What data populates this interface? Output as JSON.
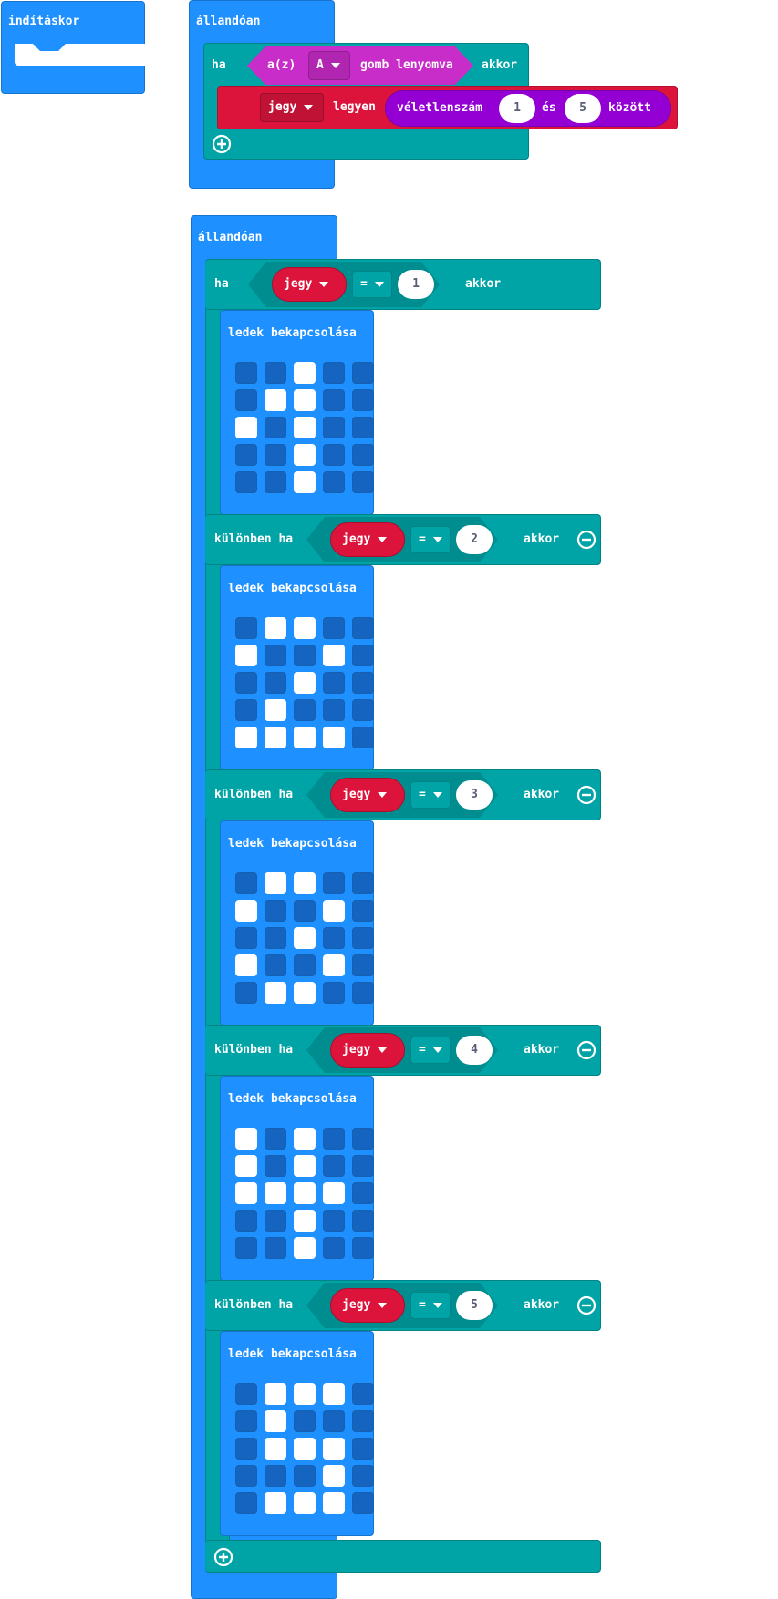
{
  "start_block": {
    "label": "indításkor"
  },
  "forever_1": {
    "label": "állandóan",
    "if": {
      "label": "ha",
      "then_label": "akkor",
      "condition": {
        "prefix": "a(z)",
        "button": "A",
        "suffix": "gomb lenyomva"
      },
      "set": {
        "variable": "jegy",
        "verb": "legyen",
        "random": {
          "label": "véletlenszám",
          "from": "1",
          "and_label": "és",
          "to": "5",
          "between_label": "között"
        }
      }
    }
  },
  "forever_2": {
    "label": "állandóan",
    "branches": [
      {
        "keyword": "ha",
        "variable": "jegy",
        "operator": "=",
        "value": "1",
        "then_label": "akkor",
        "show_leds_label": "ledek bekapcsolása",
        "leds": [
          "..#..",
          ".##..",
          "#.#..",
          "..#..",
          "..#.."
        ]
      },
      {
        "keyword": "különben ha",
        "variable": "jegy",
        "operator": "=",
        "value": "2",
        "then_label": "akkor",
        "show_leds_label": "ledek bekapcsolása",
        "leds": [
          ".##..",
          "#..#.",
          "..#..",
          ".#...",
          "####."
        ]
      },
      {
        "keyword": "különben ha",
        "variable": "jegy",
        "operator": "=",
        "value": "3",
        "then_label": "akkor",
        "show_leds_label": "ledek bekapcsolása",
        "leds": [
          ".##..",
          "#..#.",
          "..#..",
          "#..#.",
          ".##.."
        ]
      },
      {
        "keyword": "különben ha",
        "variable": "jegy",
        "operator": "=",
        "value": "4",
        "then_label": "akkor",
        "show_leds_label": "ledek bekapcsolása",
        "leds": [
          "#.#..",
          "#.#..",
          "####.",
          "..#..",
          "..#.."
        ]
      },
      {
        "keyword": "különben ha",
        "variable": "jegy",
        "operator": "=",
        "value": "5",
        "then_label": "akkor",
        "show_leds_label": "ledek bekapcsolása",
        "leds": [
          ".###.",
          ".#...",
          ".###.",
          "...#.",
          ".###."
        ]
      }
    ]
  },
  "icons": {
    "add": "plus-circle-icon",
    "remove": "minus-circle-icon",
    "dropdown": "caret-down-icon"
  },
  "colors": {
    "basic": "#1e90ff",
    "logic": "#00a4a6",
    "input": "#c92dc9",
    "variable": "#dc143c",
    "math": "#9400d3",
    "led_on": "#ffffff",
    "led_off": "#1565c0"
  }
}
